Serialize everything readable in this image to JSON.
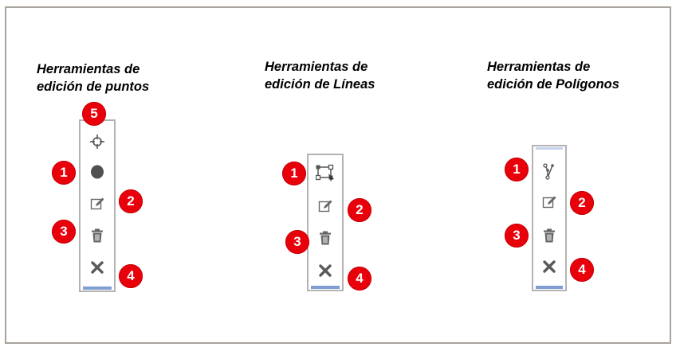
{
  "groups": [
    {
      "title_line1": "Herramientas de",
      "title_line2": "edición de puntos"
    },
    {
      "title_line1": "Herramientas de",
      "title_line2": "edición de Líneas"
    },
    {
      "title_line1": "Herramientas de",
      "title_line2": "edición de Polígonos"
    }
  ],
  "badges": {
    "points": [
      "5",
      "1",
      "2",
      "3",
      "4"
    ],
    "lines": [
      "1",
      "2",
      "3",
      "4"
    ],
    "polygons": [
      "1",
      "2",
      "3",
      "4"
    ]
  },
  "colors": {
    "badge": "#e8000b",
    "toolbar_border": "#b3b3b3",
    "toolbar_accent": "#7f9ed1",
    "icon": "#555555"
  },
  "icons": {
    "points": [
      "move-crosshair-icon",
      "point-dot-icon",
      "edit-pencil-icon",
      "delete-trash-icon",
      "cancel-x-icon"
    ],
    "lines": [
      "line-vertex-edit-icon",
      "edit-pencil-icon",
      "delete-trash-icon",
      "cancel-x-icon"
    ],
    "polygons": [
      "polyline-draw-icon",
      "edit-pencil-icon",
      "delete-trash-icon",
      "cancel-x-icon"
    ]
  }
}
